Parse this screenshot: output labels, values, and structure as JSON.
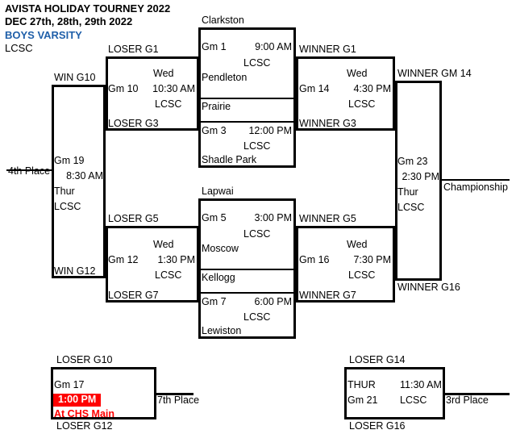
{
  "header": {
    "title": "AVISTA HOLIDAY TOURNEY  2022",
    "dates": "DEC 27th, 28th, 29th 2022",
    "division": "BOYS VARSITY",
    "venue": "LCSC",
    "division_color": "#1F5FA9"
  },
  "colors": {
    "line": "#000000",
    "highlight_bg": "#FF0000",
    "highlight_fg": "#FFFFFF",
    "alert_text": "#FF0000",
    "division": "#1F5FA9"
  },
  "teams": {
    "clarkston": "Clarkston",
    "pendleton": "Pendleton",
    "prairie": "Prairie",
    "shadle_park": "Shadle Park",
    "lapwai": "Lapwai",
    "moscow": "Moscow",
    "kellogg": "Kellogg",
    "lewiston": "Lewiston"
  },
  "games": {
    "g1": {
      "id": "Gm 1",
      "time": "9:00 AM",
      "venue": "LCSC"
    },
    "g3": {
      "id": "Gm 3",
      "time": "12:00 PM",
      "venue": "LCSC"
    },
    "g5": {
      "id": "Gm 5",
      "time": "3:00 PM",
      "venue": "LCSC"
    },
    "g7": {
      "id": "Gm 7",
      "time": "6:00 PM",
      "venue": "LCSC"
    },
    "g10": {
      "id": "Gm 10",
      "day": "Wed",
      "time": "10:30 AM",
      "venue": "LCSC"
    },
    "g12": {
      "id": "Gm 12",
      "day": "Wed",
      "time": "1:30 PM",
      "venue": "LCSC"
    },
    "g14": {
      "id": "Gm 14",
      "day": "Wed",
      "time": "4:30 PM",
      "venue": "LCSC"
    },
    "g16": {
      "id": "Gm 16",
      "day": "Wed",
      "time": "7:30 PM",
      "venue": "LCSC"
    },
    "g19": {
      "id": "Gm 19",
      "time": "8:30 AM",
      "day": "Thur",
      "venue": "LCSC"
    },
    "g23": {
      "id": "Gm 23",
      "time": "2:30 PM",
      "day": "Thur",
      "venue": "LCSC"
    },
    "g17": {
      "id": "Gm 17",
      "time": "1:00 PM",
      "venue": "At CHS Main"
    },
    "g21": {
      "id": "Gm 21",
      "day": "THUR",
      "time": "11:30 AM",
      "venue": "LCSC"
    }
  },
  "slots": {
    "loser_g1": "LOSER G1",
    "loser_g3": "LOSER G3",
    "loser_g5": "LOSER G5",
    "loser_g7": "LOSER G7",
    "loser_g10": "LOSER G10",
    "loser_g12": "LOSER G12",
    "loser_g14": "LOSER G14",
    "loser_g16": "LOSER G16",
    "win_g10": "WIN G10",
    "win_g12": "WIN G12",
    "winner_g1": "WINNER G1",
    "winner_g3": "WINNER G3",
    "winner_g5": "WINNER G5",
    "winner_g7": "WINNER G7",
    "winner_gm14": "WINNER GM 14",
    "winner_g16": "WINNER G16"
  },
  "placements": {
    "fourth": "4th Place",
    "championship": "Championship",
    "seventh": "7th Place",
    "third": "3rd Place"
  }
}
